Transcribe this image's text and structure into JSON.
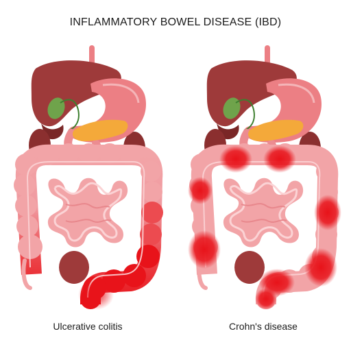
{
  "title": "INFLAMMATORY BOWEL DISEASE (IBD)",
  "panels": [
    {
      "caption": "Ulcerative colitis"
    },
    {
      "caption": "Crohn's disease"
    }
  ],
  "colors": {
    "liver": "#9e3a3a",
    "liver_dark": "#7a2727",
    "gallbladder": "#6fa34b",
    "stomach": "#ec7f84",
    "pancreas": "#f4a93a",
    "intestine": "#f2a4a7",
    "intestine_outline": "#ec8c91",
    "inflammation": "#e8131a"
  }
}
